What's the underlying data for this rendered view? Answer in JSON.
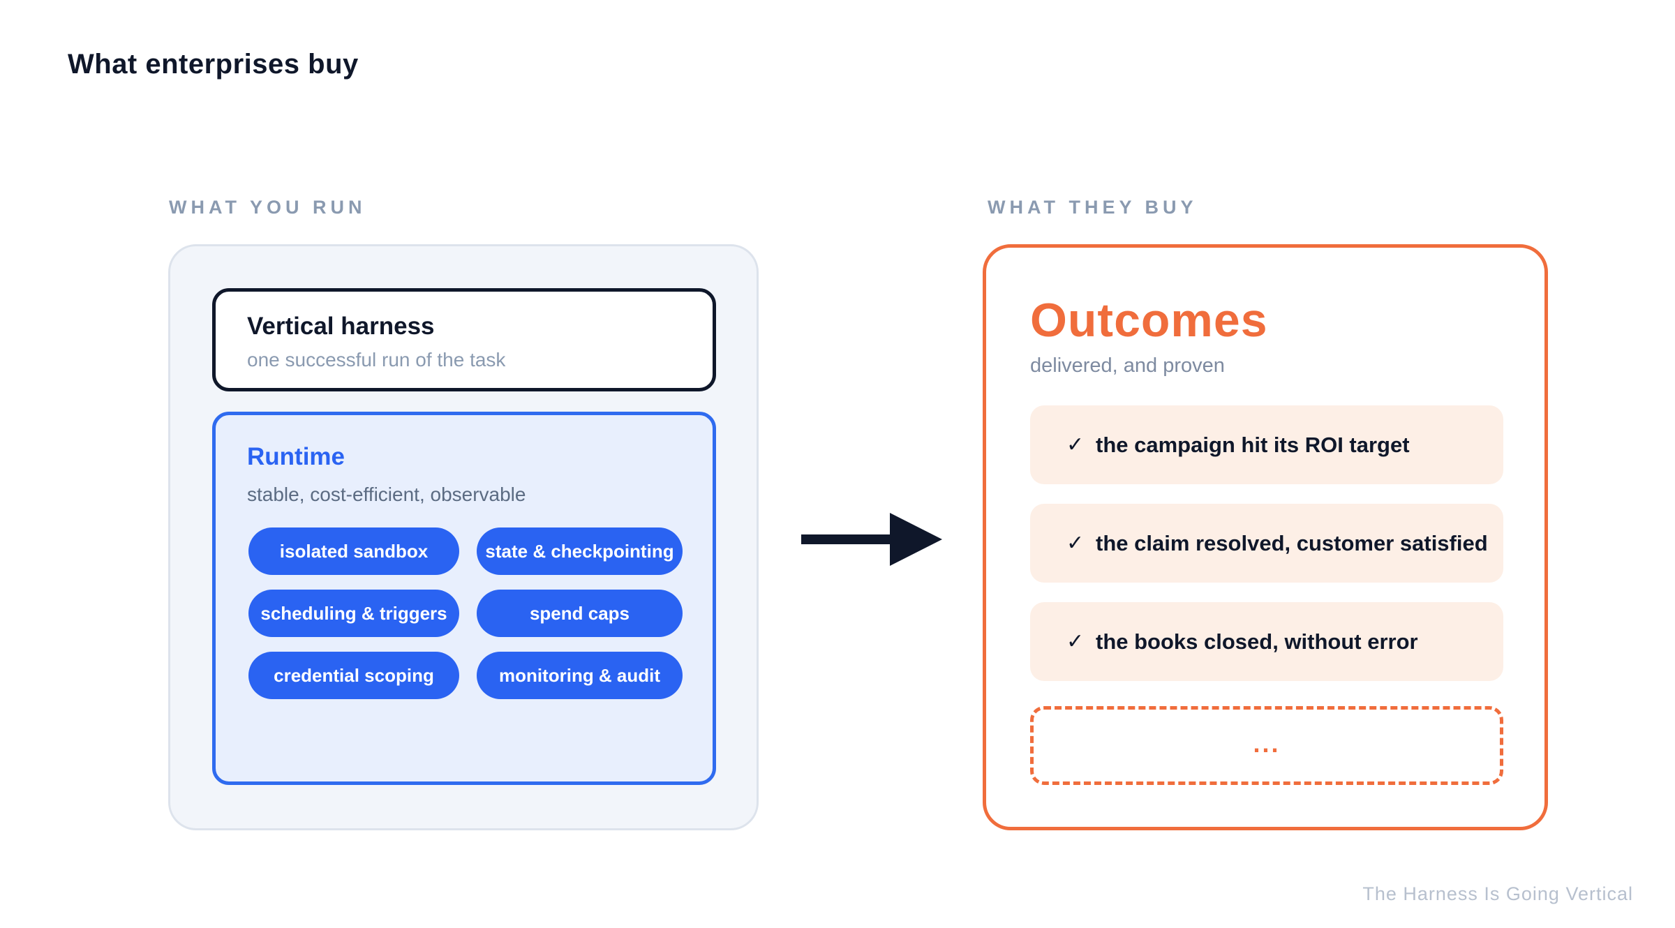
{
  "title": "What enterprises buy",
  "left_section": {
    "label": "WHAT YOU RUN",
    "harness": {
      "title": "Vertical harness",
      "subtitle": "one successful run of the task"
    },
    "runtime": {
      "title": "Runtime",
      "subtitle": "stable, cost-efficient, observable",
      "capabilities": [
        "isolated sandbox",
        "state & checkpointing",
        "scheduling & triggers",
        "spend caps",
        "credential scoping",
        "monitoring & audit"
      ]
    }
  },
  "arrow_icon": "right-arrow-icon",
  "right_section": {
    "label": "WHAT THEY BUY",
    "title": "Outcomes",
    "subtitle": "delivered, and proven",
    "check_symbol": "✓",
    "outcomes": [
      "the campaign hit its ROI target",
      "the claim resolved, customer satisfied",
      "the books closed, without error"
    ],
    "more": "..."
  },
  "footer": "The Harness Is Going Vertical",
  "colors": {
    "accent_orange": "#f06d3c",
    "accent_blue": "#2a63f2",
    "dark": "#0f172a",
    "muted": "#8a9ab0",
    "outcome_bg": "#fdefe6",
    "runtime_bg": "#e8effd"
  }
}
